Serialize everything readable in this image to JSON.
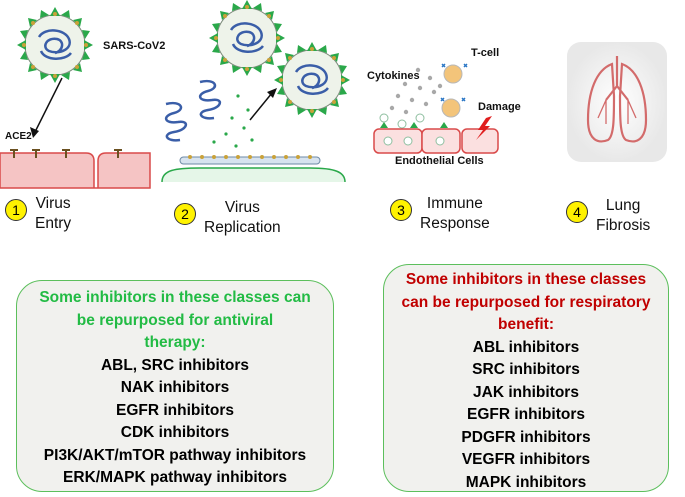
{
  "labels": {
    "virus": "SARS-CoV2",
    "receptor": "ACE2",
    "tcell": "T-cell",
    "cytokines": "Cytokines",
    "damage": "Damage",
    "endothelial": "Endothelial Cells"
  },
  "steps": [
    {
      "number": "1",
      "line1": "Virus",
      "line2": "Entry"
    },
    {
      "number": "2",
      "line1": "Virus",
      "line2": "Replication"
    },
    {
      "number": "3",
      "line1": "Immune",
      "line2": "Response"
    },
    {
      "number": "4",
      "line1": "Lung",
      "line2": "Fibrosis"
    }
  ],
  "antiviral": {
    "heading": [
      "Some inhibitors in these classes can",
      "be repurposed for antiviral",
      "therapy:"
    ],
    "heading_color": "#22bb44",
    "items": [
      "ABL, SRC inhibitors",
      "NAK inhibitors",
      "EGFR inhibitors",
      "CDK inhibitors",
      "PI3K/AKT/mTOR pathway inhibitors",
      "ERK/MAPK pathway inhibitors"
    ]
  },
  "respiratory": {
    "heading": [
      "Some inhibitors in these classes",
      "can be repurposed for respiratory",
      "benefit:"
    ],
    "heading_color": "#c00000",
    "items": [
      "ABL inhibitors",
      "SRC inhibitors",
      "JAK inhibitors",
      "EGFR inhibitors",
      "PDGFR inhibitors",
      "VEGFR inhibitors",
      "MAPK inhibitors"
    ]
  },
  "colors": {
    "virus_spike": "#2aa84a",
    "virus_rna": "#3a5ea8",
    "membrane": "#f5c4c4",
    "membrane_edge": "#d94a4a",
    "box_border": "#5cbf5c",
    "number_badge": "#fff200"
  }
}
